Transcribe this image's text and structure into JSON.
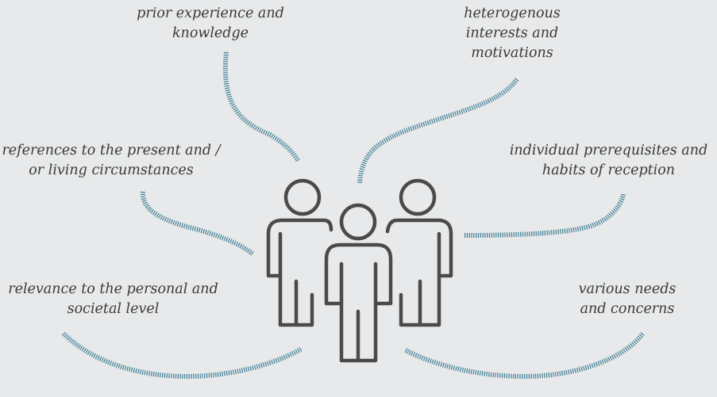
{
  "labels": {
    "prior_experience": [
      "prior experience and",
      "knowledge"
    ],
    "heterogenous": [
      "heterogenous",
      "interests and",
      "motivations"
    ],
    "references_present": [
      "references to the present and /",
      "or living circumstances"
    ],
    "individual_prerequisites": [
      "individual prerequisites and",
      "habits of reception"
    ],
    "relevance": [
      "relevance to the personal and",
      "societal level"
    ],
    "various_needs": [
      "various needs",
      "and concerns"
    ]
  },
  "icons": {
    "people_group": "people-group-icon"
  },
  "colors": {
    "background": "#e7e9ea",
    "text": "#3a3a3a",
    "connector": "#3f7f95",
    "icon_stroke": "#4a4a4a"
  }
}
